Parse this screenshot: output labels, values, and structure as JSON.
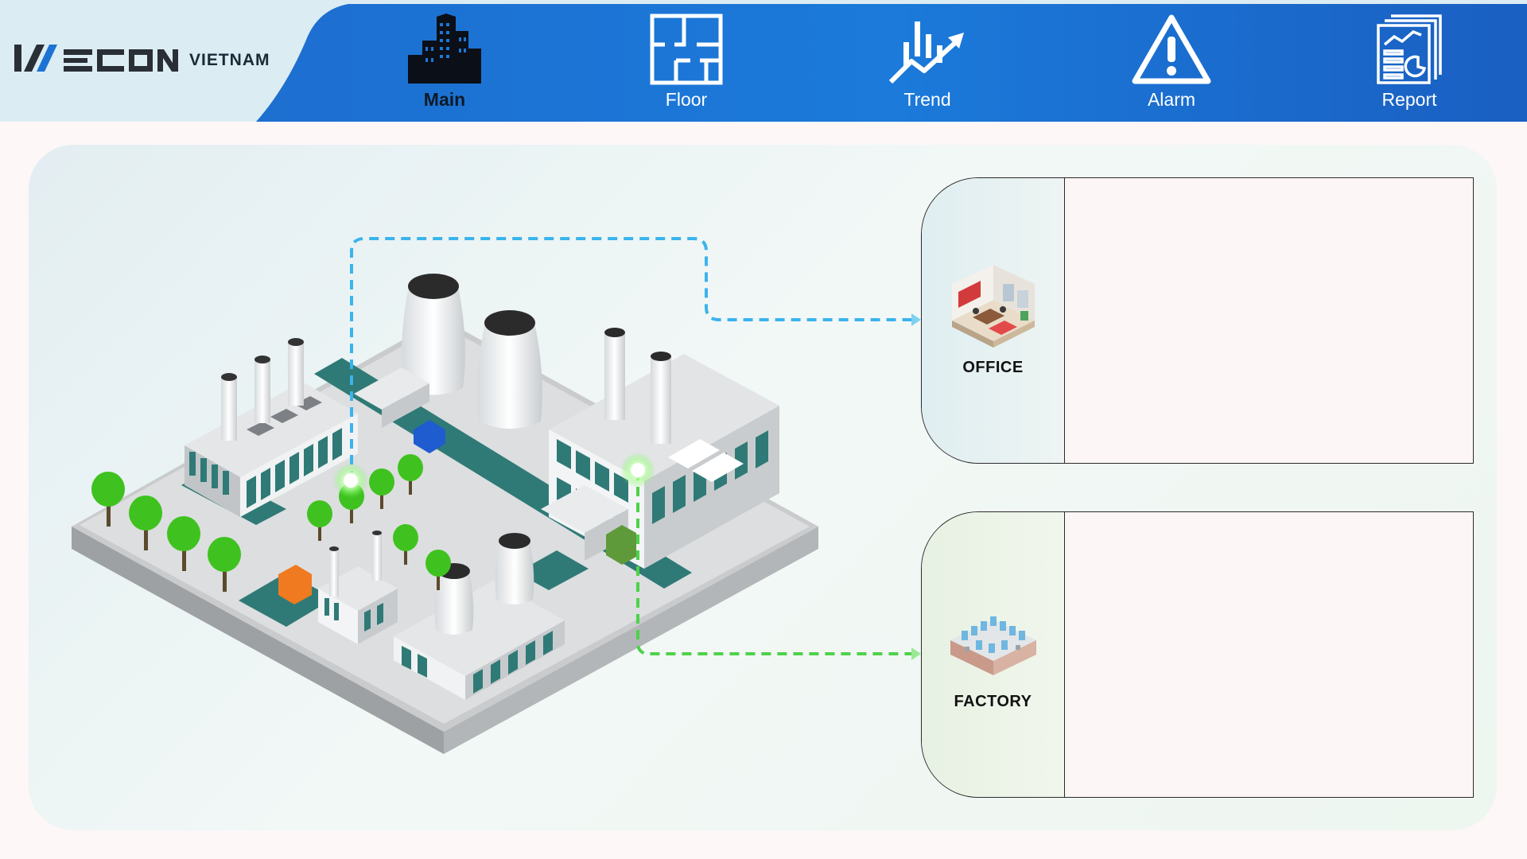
{
  "brand": {
    "logo_text": "WECON",
    "region": "VIETNAM"
  },
  "nav": {
    "items": [
      {
        "label": "Main",
        "icon": "buildings-icon",
        "active": true
      },
      {
        "label": "Floor",
        "icon": "floor-plan-icon",
        "active": false
      },
      {
        "label": "Trend",
        "icon": "trend-chart-icon",
        "active": false
      },
      {
        "label": "Alarm",
        "icon": "warning-triangle-icon",
        "active": false
      },
      {
        "label": "Report",
        "icon": "report-document-icon",
        "active": false
      }
    ]
  },
  "zones": {
    "office": {
      "label": "OFFICE",
      "icon": "office-room-icon",
      "link_color": "#3bb3ec"
    },
    "factory": {
      "label": "FACTORY",
      "icon": "factory-floor-icon",
      "link_color": "#4fd14a"
    }
  },
  "colors": {
    "header_blue": "#1c78d6",
    "header_bg": "#dcecf3",
    "accent_teal": "#2f7a76",
    "tree_green": "#3fc21f"
  }
}
